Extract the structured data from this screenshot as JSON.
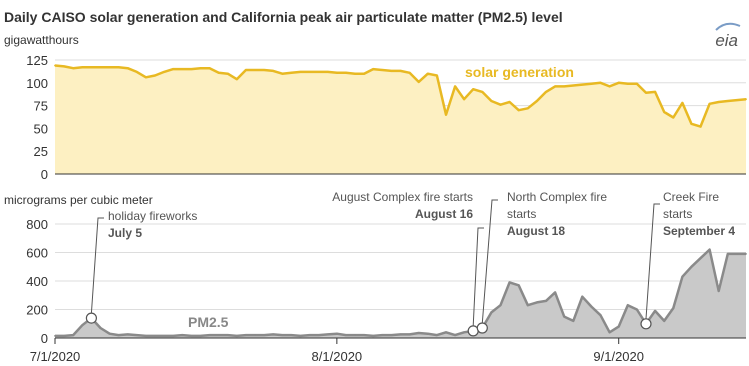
{
  "title": "Daily CAISO solar generation and California peak air particulate matter (PM2.5) level",
  "logo": "eia",
  "colors": {
    "solar_line": "#e8b923",
    "solar_fill": "#fdf0c2",
    "pm_line": "#8a8a8a",
    "pm_fill": "#c9c9c9",
    "grid": "#dddddd",
    "axis": "#333333"
  },
  "chart_data": [
    {
      "type": "line",
      "ylabel": "gigawatthours",
      "ylim": [
        0,
        125
      ],
      "yticks": [
        "0",
        "25",
        "50",
        "75",
        "100",
        "125"
      ],
      "xlim": [
        "2020-07-01",
        "2020-09-15"
      ],
      "grid": true,
      "series": [
        {
          "name": "solar generation",
          "x": [
            "2020-07-01",
            "2020-07-02",
            "2020-07-03",
            "2020-07-04",
            "2020-07-05",
            "2020-07-06",
            "2020-07-07",
            "2020-07-08",
            "2020-07-09",
            "2020-07-10",
            "2020-07-11",
            "2020-07-12",
            "2020-07-13",
            "2020-07-14",
            "2020-07-15",
            "2020-07-16",
            "2020-07-17",
            "2020-07-18",
            "2020-07-19",
            "2020-07-20",
            "2020-07-21",
            "2020-07-22",
            "2020-07-23",
            "2020-07-24",
            "2020-07-25",
            "2020-07-26",
            "2020-07-27",
            "2020-07-28",
            "2020-07-29",
            "2020-07-30",
            "2020-07-31",
            "2020-08-01",
            "2020-08-02",
            "2020-08-03",
            "2020-08-04",
            "2020-08-05",
            "2020-08-06",
            "2020-08-07",
            "2020-08-08",
            "2020-08-09",
            "2020-08-10",
            "2020-08-11",
            "2020-08-12",
            "2020-08-13",
            "2020-08-14",
            "2020-08-15",
            "2020-08-16",
            "2020-08-17",
            "2020-08-18",
            "2020-08-19",
            "2020-08-20",
            "2020-08-21",
            "2020-08-22",
            "2020-08-23",
            "2020-08-24",
            "2020-08-25",
            "2020-08-26",
            "2020-08-27",
            "2020-08-28",
            "2020-08-29",
            "2020-08-30",
            "2020-08-31",
            "2020-09-01",
            "2020-09-02",
            "2020-09-03",
            "2020-09-04",
            "2020-09-05",
            "2020-09-06",
            "2020-09-07",
            "2020-09-08",
            "2020-09-09",
            "2020-09-10",
            "2020-09-11",
            "2020-09-12",
            "2020-09-13",
            "2020-09-14",
            "2020-09-15"
          ],
          "values": [
            119,
            118,
            116,
            117,
            117,
            117,
            117,
            117,
            116,
            112,
            106,
            108,
            112,
            115,
            115,
            115,
            116,
            116,
            111,
            110,
            104,
            114,
            114,
            114,
            113,
            110,
            111,
            112,
            112,
            112,
            112,
            111,
            111,
            110,
            110,
            115,
            114,
            113,
            113,
            111,
            101,
            110,
            108,
            65,
            96,
            82,
            93,
            90,
            80,
            76,
            79,
            70,
            72,
            80,
            90,
            96,
            96,
            97,
            98,
            99,
            100,
            96,
            100,
            99,
            99,
            89,
            90,
            68,
            62,
            78,
            55,
            52,
            77,
            79,
            80,
            81,
            82
          ]
        }
      ],
      "annotations": [
        {
          "text": "solar generation"
        }
      ]
    },
    {
      "type": "area",
      "ylabel": "micrograms per cubic meter",
      "ylim": [
        0,
        800
      ],
      "yticks": [
        "0",
        "200",
        "400",
        "600",
        "800"
      ],
      "xlim": [
        "2020-07-01",
        "2020-09-15"
      ],
      "xticks": [
        "7/1/2020",
        "8/1/2020",
        "9/1/2020"
      ],
      "grid": true,
      "series": [
        {
          "name": "PM2.5",
          "x": [
            "2020-07-01",
            "2020-07-02",
            "2020-07-03",
            "2020-07-04",
            "2020-07-05",
            "2020-07-06",
            "2020-07-07",
            "2020-07-08",
            "2020-07-09",
            "2020-07-10",
            "2020-07-11",
            "2020-07-12",
            "2020-07-13",
            "2020-07-14",
            "2020-07-15",
            "2020-07-16",
            "2020-07-17",
            "2020-07-18",
            "2020-07-19",
            "2020-07-20",
            "2020-07-21",
            "2020-07-22",
            "2020-07-23",
            "2020-07-24",
            "2020-07-25",
            "2020-07-26",
            "2020-07-27",
            "2020-07-28",
            "2020-07-29",
            "2020-07-30",
            "2020-07-31",
            "2020-08-01",
            "2020-08-02",
            "2020-08-03",
            "2020-08-04",
            "2020-08-05",
            "2020-08-06",
            "2020-08-07",
            "2020-08-08",
            "2020-08-09",
            "2020-08-10",
            "2020-08-11",
            "2020-08-12",
            "2020-08-13",
            "2020-08-14",
            "2020-08-15",
            "2020-08-16",
            "2020-08-17",
            "2020-08-18",
            "2020-08-19",
            "2020-08-20",
            "2020-08-21",
            "2020-08-22",
            "2020-08-23",
            "2020-08-24",
            "2020-08-25",
            "2020-08-26",
            "2020-08-27",
            "2020-08-28",
            "2020-08-29",
            "2020-08-30",
            "2020-08-31",
            "2020-09-01",
            "2020-09-02",
            "2020-09-03",
            "2020-09-04",
            "2020-09-05",
            "2020-09-06",
            "2020-09-07",
            "2020-09-08",
            "2020-09-09",
            "2020-09-10",
            "2020-09-11",
            "2020-09-12",
            "2020-09-13",
            "2020-09-14",
            "2020-09-15"
          ],
          "values": [
            15,
            15,
            20,
            90,
            140,
            70,
            30,
            20,
            25,
            20,
            15,
            15,
            15,
            15,
            20,
            15,
            15,
            20,
            20,
            20,
            15,
            20,
            20,
            20,
            25,
            20,
            20,
            15,
            20,
            20,
            25,
            30,
            20,
            20,
            20,
            15,
            20,
            20,
            25,
            25,
            35,
            30,
            20,
            40,
            20,
            40,
            50,
            70,
            180,
            230,
            390,
            370,
            230,
            250,
            260,
            320,
            150,
            120,
            290,
            220,
            160,
            40,
            80,
            230,
            200,
            100,
            190,
            120,
            210,
            430,
            500,
            560,
            620,
            330,
            590,
            590,
            590
          ]
        }
      ],
      "annotations": [
        {
          "text": "holiday fireworks",
          "date_label": "July 5",
          "x": "2020-07-05"
        },
        {
          "text": "August Complex fire starts",
          "date_label": "August 16",
          "x": "2020-08-16"
        },
        {
          "text": "North Complex fire starts",
          "date_label": "August 18",
          "x": "2020-08-17"
        },
        {
          "text": "Creek Fire starts",
          "date_label": "September 4",
          "x": "2020-09-04"
        }
      ]
    }
  ]
}
